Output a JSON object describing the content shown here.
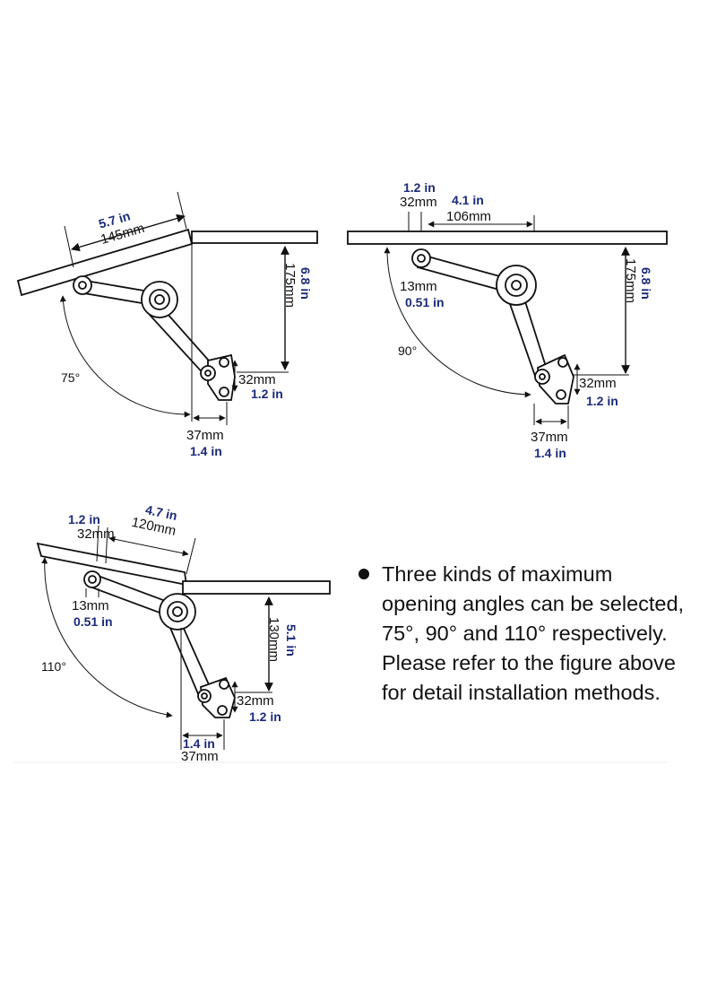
{
  "figure_a": {
    "angle": "75°",
    "board_len_in": "5.7 in",
    "board_len_mm": "145mm",
    "height_mm": "175mm",
    "height_in": "6.8 in",
    "bracket_h_mm": "32mm",
    "bracket_h_in": "1.2 in",
    "bracket_w_mm": "37mm",
    "bracket_w_in": "1.4 in"
  },
  "figure_b": {
    "angle": "90°",
    "offset_in": "1.2 in",
    "offset_mm": "32mm",
    "reach_in": "4.1 in",
    "reach_mm": "106mm",
    "pivot_mm": "13mm",
    "pivot_in": "0.51 in",
    "height_mm": "175mm",
    "height_in": "6.8 in",
    "bracket_h_mm": "32mm",
    "bracket_h_in": "1.2 in",
    "bracket_w_mm": "37mm",
    "bracket_w_in": "1.4 in"
  },
  "figure_c": {
    "angle": "110°",
    "reach_in": "4.7 in",
    "reach_mm": "120mm",
    "offset_in": "1.2 in",
    "offset_mm": "32mm",
    "pivot_mm": "13mm",
    "pivot_in": "0.51 in",
    "height_mm": "130mm",
    "height_in": "5.1 in",
    "bracket_h_mm": "32mm",
    "bracket_h_in": "1.2 in",
    "bracket_w_in": "1.4 in",
    "bracket_w_mm": "37mm"
  },
  "note": {
    "text": "Three kinds of maximum opening angles can be selected, 75°, 90° and 110° respectively. Please refer to the figure above for detail installation methods."
  }
}
